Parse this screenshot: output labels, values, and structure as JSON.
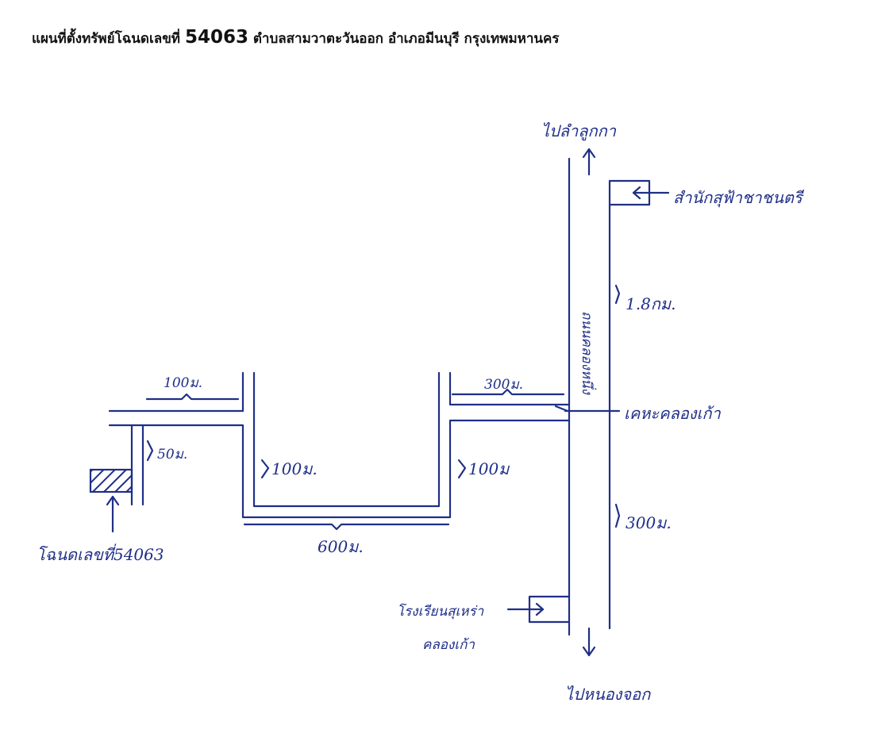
{
  "title": {
    "prefix": "แผนที่ตั้งทรัพย์โฉนดเลขที่ ",
    "deed_no": "54063",
    "suffix": " ตำบลสามวาตะวันออก อำเภอมีนบุรี กรุงเทพมหานคร"
  },
  "labels": {
    "to_north": "ไปลำลูกกา",
    "to_south": "ไปหนองจอก",
    "office": "สำนักสุฟ้าชาชนตรี",
    "dist_north": "1.8กม.",
    "road_name": "ถนนคลองหนึ่ง",
    "junction": "เคหะคลองเก้า",
    "dist_south": "300ม.",
    "seg_300": "300ม.",
    "seg_100_right": "100ม",
    "seg_600": "600ม.",
    "seg_100_middle": "100ม.",
    "seg_100_top": "100ม.",
    "seg_50": "50ม.",
    "deed_label": "โฉนดเลขที่54063",
    "school_line1": "โรงเรียนสุเหร่า",
    "school_line2": "คลองเก้า"
  },
  "colors": {
    "ink": "#1f2f88",
    "title": "#111111"
  }
}
